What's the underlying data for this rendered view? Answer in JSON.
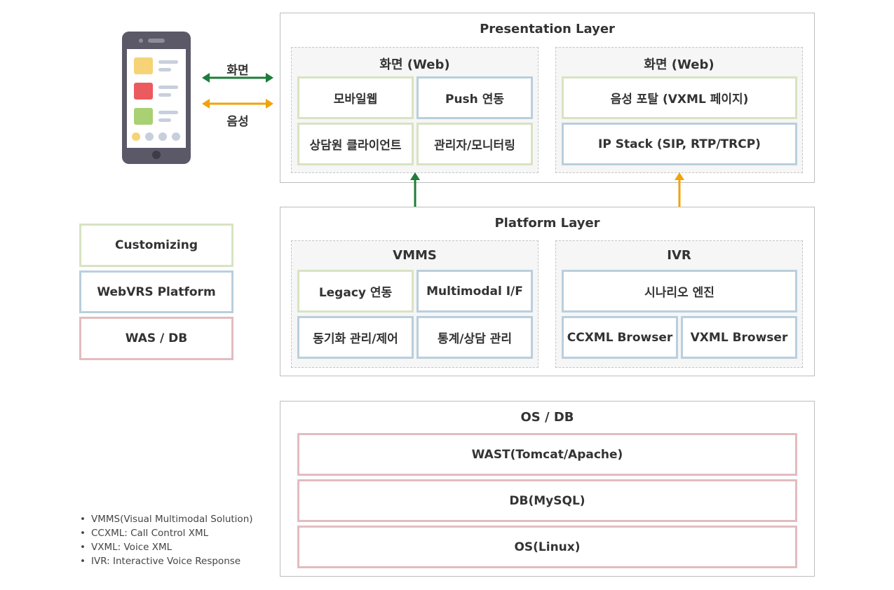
{
  "colors": {
    "customizing_border": "#d8e3c2",
    "platform_border": "#b9cfdc",
    "was_db_border": "#e2bcc0",
    "screen_arrow": "#1e7d3a",
    "voice_arrow": "#f0a30a",
    "phone_body": "#5b5968"
  },
  "phone": {
    "arrows": {
      "screen_label": "화면",
      "voice_label": "음성"
    }
  },
  "legend": {
    "items": [
      "Customizing",
      "WebVRS Platform",
      "WAS / DB"
    ]
  },
  "presentation": {
    "title": "Presentation Layer",
    "left_group": {
      "title": "화면 (Web)",
      "items": [
        "모바일웹",
        "Push 연동",
        "상담원 클라이언트",
        "관리자/모니터링"
      ]
    },
    "right_group": {
      "title": "화면 (Web)",
      "items": [
        "음성 포탈 (VXML 페이지)",
        "IP Stack (SIP, RTP/TRCP)"
      ]
    }
  },
  "platform": {
    "title": "Platform Layer",
    "left_group": {
      "title": "VMMS",
      "items": [
        "Legacy 연동",
        "Multimodal I/F",
        "동기화 관리/제어",
        "통계/상담 관리"
      ]
    },
    "right_group": {
      "title": "IVR",
      "items": [
        "시나리오 엔진",
        "CCXML Browser",
        "VXML Browser"
      ]
    }
  },
  "os": {
    "title": "OS / DB",
    "items": [
      "WAST(Tomcat/Apache)",
      "DB(MySQL)",
      "OS(Linux)"
    ]
  },
  "notes": [
    "VMMS(Visual Multimodal Solution)",
    "CCXML: Call Control XML",
    "VXML: Voice XML",
    "IVR: Interactive Voice Response"
  ]
}
